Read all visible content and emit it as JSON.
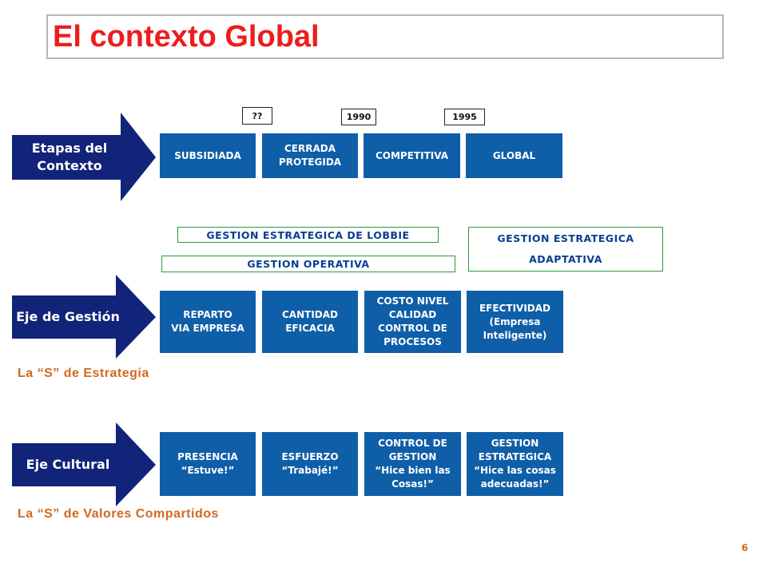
{
  "title": "El contexto Global",
  "page_number": "6",
  "rows": [
    {
      "axis_label": "Etapas del\nContexto",
      "stages": [
        "SUBSIDIADA",
        "CERRADA\nPROTEGIDA",
        "COMPETITIVA",
        "GLOBAL"
      ]
    },
    {
      "axis_label": "Eje de Gestión",
      "stages": [
        "REPARTO\nVIA EMPRESA",
        "CANTIDAD\nEFICACIA",
        "COSTO NIVEL\nCALIDAD\nCONTROL DE\nPROCESOS",
        "EFECTIVIDAD\n(Empresa\nInteligente)"
      ]
    },
    {
      "axis_label": "Eje Cultural",
      "stages": [
        "PRESENCIA\n“Estuve!”",
        "ESFUERZO\n“Trabajé!”",
        "CONTROL DE\nGESTION\n“Hice bien las\nCosas!”",
        "GESTION\nESTRATEGICA\n“Hice las cosas\nadecuadas!”"
      ]
    }
  ],
  "years": [
    "??",
    "1990",
    "1995"
  ],
  "management_bands": {
    "lobbie": "GESTION ESTRATEGICA DE LOBBIE",
    "operativa": "GESTION OPERATIVA",
    "adaptativa": "GESTION ESTRATEGICA\nADAPTATIVA"
  },
  "captions": {
    "strategy": "La “S” de Estrategia",
    "values": "La “S” de Valores Compartidos"
  },
  "colors": {
    "box_blue": "#0f5ea8",
    "arrow_navy": "#12237a",
    "title_red": "#ee1c1c",
    "caption_orange": "#d2691e",
    "band_green": "#2b9a3a"
  }
}
